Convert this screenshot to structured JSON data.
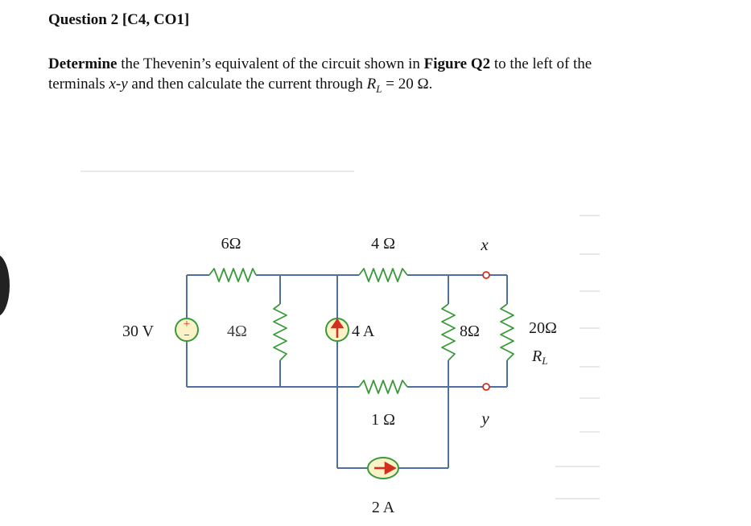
{
  "question": {
    "heading": "Question 2 [C4, CO1]",
    "p_bold1": "Determine",
    "p_text1": " the Thevenin’s equivalent of the circuit shown in ",
    "p_bold2": "Figure Q2",
    "p_text2": " to the left of the",
    "p_text3": "terminals ",
    "p_ital_xy": "x-y",
    "p_text4": " and then calculate the current through ",
    "p_ital_R": "R",
    "p_sub_L": "L",
    "p_text5": " = 20 Ω."
  },
  "circuit": {
    "r1_label": "6Ω",
    "r2_label": "4 Ω",
    "r3_label": "4Ω",
    "r4_label": "8Ω",
    "r5_label": "1 Ω",
    "rl_value_label": "20Ω",
    "rl_symbol": "R",
    "rl_sub": "L",
    "v_source_label": "30 V",
    "v_source_plus": "+",
    "v_source_minus": "−",
    "i_source1_label": "4 A",
    "i_source2_label": "2 A",
    "terminal_x": "x",
    "terminal_y": "y"
  }
}
